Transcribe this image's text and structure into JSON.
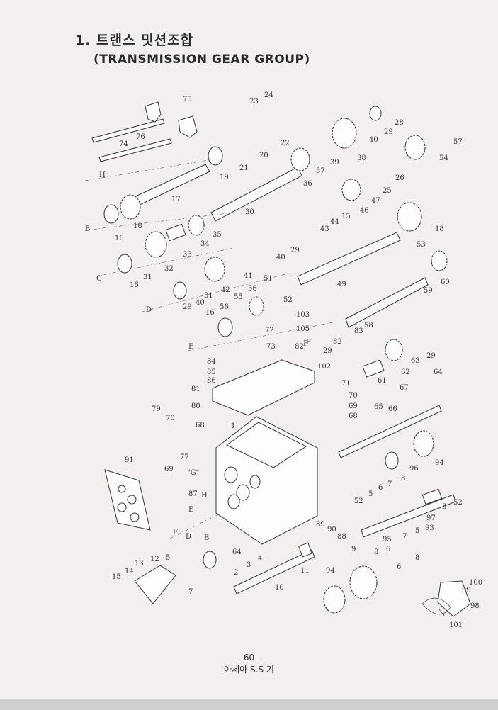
{
  "header": {
    "title_ko": "1. 트랜스 밋션조합",
    "title_en": "(TRANSMISSION GEAR GROUP)"
  },
  "footer": {
    "page": "— 60 —",
    "publisher": "아세아 S.S 기"
  },
  "section_letters": [
    "H",
    "B",
    "C",
    "D",
    "E",
    "F",
    "\"G\"",
    "H",
    "E",
    "F",
    "D",
    "B"
  ],
  "part_numbers": [
    "75",
    "24",
    "23",
    "76",
    "74",
    "22",
    "20",
    "21",
    "19",
    "17",
    "40",
    "29",
    "28",
    "57",
    "54",
    "37",
    "39",
    "38",
    "36",
    "26",
    "25",
    "47",
    "46",
    "15",
    "44",
    "43",
    "30",
    "18",
    "16",
    "18",
    "35",
    "34",
    "33",
    "40",
    "29",
    "53",
    "32",
    "31",
    "16",
    "41",
    "49",
    "51",
    "52",
    "56",
    "55",
    "29",
    "40",
    "31",
    "42",
    "59",
    "60",
    "103",
    "16",
    "56",
    "105",
    "72",
    "83",
    "58",
    "73",
    "82",
    "F",
    "29",
    "82",
    "84",
    "85",
    "86",
    "102",
    "81",
    "80",
    "71",
    "70",
    "69",
    "68",
    "63",
    "29",
    "62",
    "61",
    "64",
    "67",
    "66",
    "65",
    "79",
    "70",
    "68",
    "77",
    "69",
    "91",
    "87",
    "94",
    "96",
    "8",
    "6",
    "5",
    "52",
    "7",
    "52",
    "97",
    "8",
    "93",
    "7",
    "5",
    "88",
    "90",
    "89",
    "95",
    "64",
    "3",
    "4",
    "2",
    "11",
    "10",
    "9",
    "94",
    "8",
    "6",
    "8",
    "6",
    "7",
    "12",
    "13",
    "14",
    "15",
    "5",
    "100",
    "99",
    "98",
    "101",
    "1"
  ]
}
